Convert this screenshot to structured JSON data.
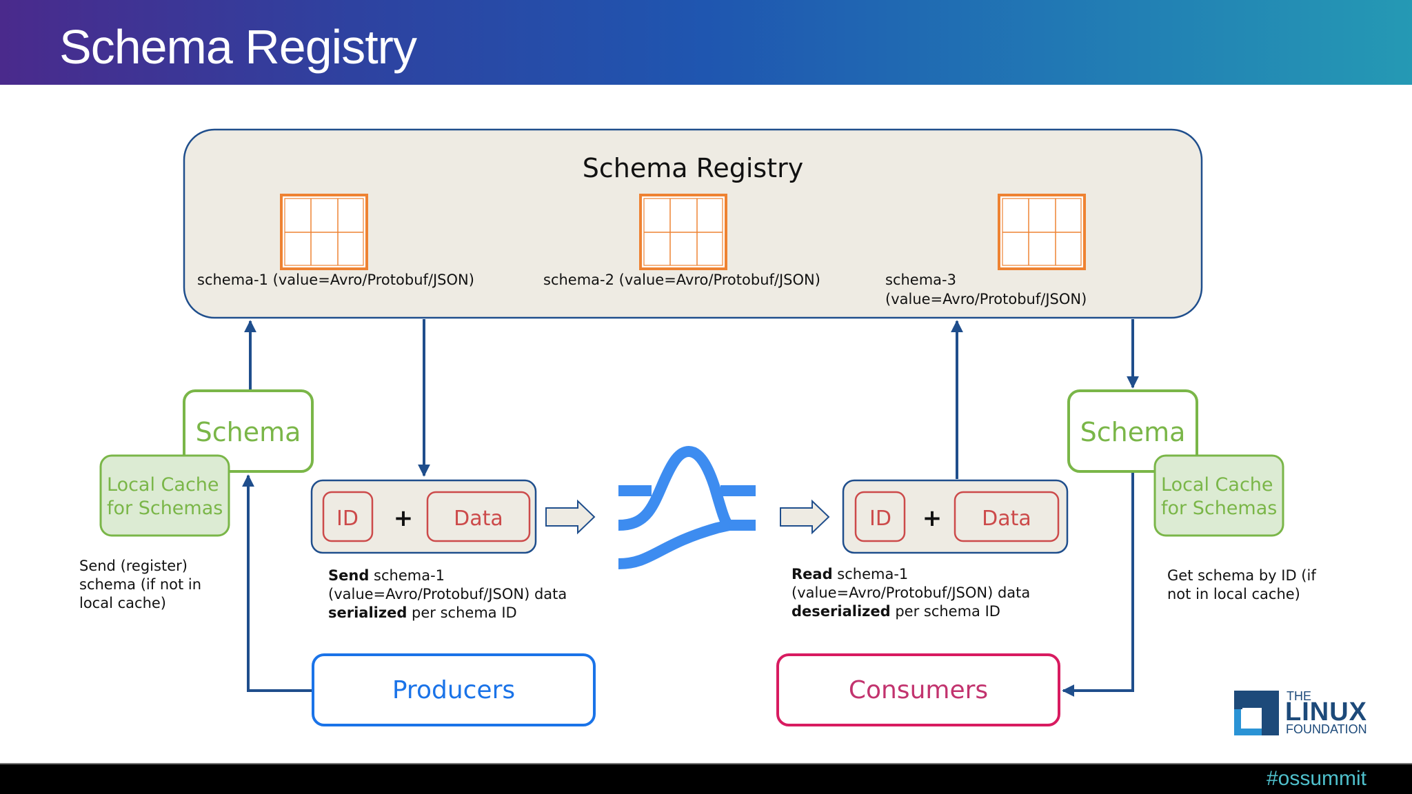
{
  "header": {
    "title": "Schema Registry"
  },
  "registry": {
    "title": "Schema Registry",
    "schemas": [
      {
        "label": "schema-1 (value=Avro/Protobuf/JSON)"
      },
      {
        "label": "schema-2 (value=Avro/Protobuf/JSON)"
      },
      {
        "label_line1": "schema-3",
        "label_line2": "(value=Avro/Protobuf/JSON)"
      }
    ]
  },
  "left": {
    "schema_label": "Schema",
    "cache_line1": "Local Cache",
    "cache_line2": "for Schemas",
    "note": [
      "Send (register)",
      "schema (if not in",
      "local cache)"
    ]
  },
  "right": {
    "schema_label": "Schema",
    "cache_line1": "Local Cache",
    "cache_line2": "for Schemas",
    "note": [
      "Get schema by ID (if",
      "not in local cache)"
    ]
  },
  "producer_message": {
    "id_label": "ID",
    "plus": "+",
    "data_label": "Data",
    "desc_bold1": "Send",
    "desc_rest1": " schema-1",
    "desc_line2": "(value=Avro/Protobuf/JSON) data",
    "desc_bold3": "serialized",
    "desc_rest3": " per schema ID"
  },
  "consumer_message": {
    "id_label": "ID",
    "plus": "+",
    "data_label": "Data",
    "desc_bold1": "Read",
    "desc_rest1": " schema-1",
    "desc_line2": "(value=Avro/Protobuf/JSON) data",
    "desc_bold3": "deserialized",
    "desc_rest3": " per schema ID"
  },
  "producers": {
    "label": "Producers"
  },
  "consumers": {
    "label": "Consumers"
  },
  "logo": {
    "the": "THE",
    "linux": "LINUX",
    "foundation": "FOUNDATION"
  },
  "footer": {
    "hashtag": "#ossummit"
  },
  "colors": {
    "arrow": "#1f4e8c",
    "registry_bg": "#eeebe3",
    "schema_green": "#7ab648",
    "cache_fill": "#dcebd3",
    "table_orange": "#ee8232",
    "id_red": "#cc4a4a",
    "producers_blue": "#1a73e8",
    "consumers_pink": "#d81b60",
    "kafka_blue": "#3d8cf0"
  }
}
